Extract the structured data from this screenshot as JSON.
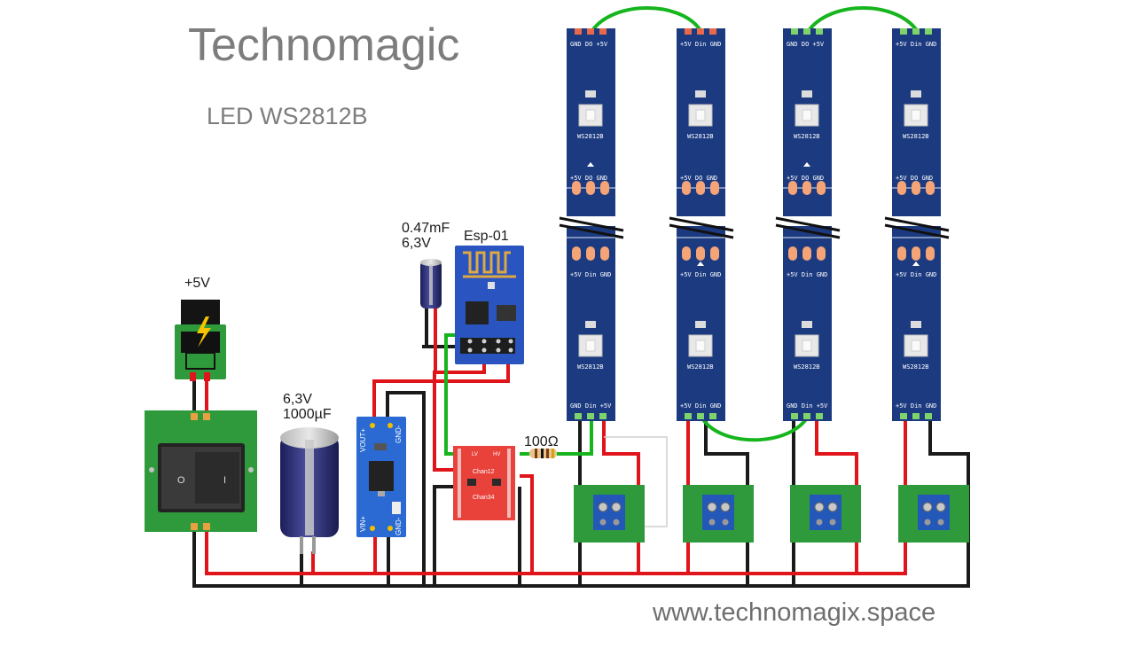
{
  "header": {
    "brand": "Technomagic",
    "subtitle": "LED WS2812B"
  },
  "footer": {
    "website": "www.technomagix.space"
  },
  "labels": {
    "power_jack": "+5V",
    "big_cap_voltage": "6,3V",
    "big_cap_value": "1000µF",
    "small_cap_value": "0.47mF",
    "small_cap_voltage": "6,3V",
    "esp_module": "Esp-01",
    "resistor": "100Ω"
  },
  "switch": {
    "off_mark": "O",
    "on_mark": "I"
  },
  "regulator": {
    "vout_plus": "VOUT+",
    "gnd_top": "GND-",
    "vin_plus": "VIN+",
    "gnd_bottom": "GND-"
  },
  "level_shifter": {
    "lv": "LV",
    "hv": "HV",
    "chan12": "Chan12",
    "chan34": "Chan34"
  },
  "strip": {
    "chip": "WS2812B",
    "plus5v": "+5V",
    "din": "Din",
    "do": "DO",
    "gnd": "GND"
  },
  "colors": {
    "strip": "#1b3a80",
    "pcb_green": "#2f9a3c",
    "wire_red": "#e0141b",
    "wire_black": "#1a1a1a",
    "wire_green": "#16b51e",
    "regulator_blue": "#2a6ad2",
    "shifter_red": "#e8423b",
    "esp_blue": "#2a55c0",
    "pad": "#f4a477",
    "terminal_blue": "#2358b8"
  }
}
